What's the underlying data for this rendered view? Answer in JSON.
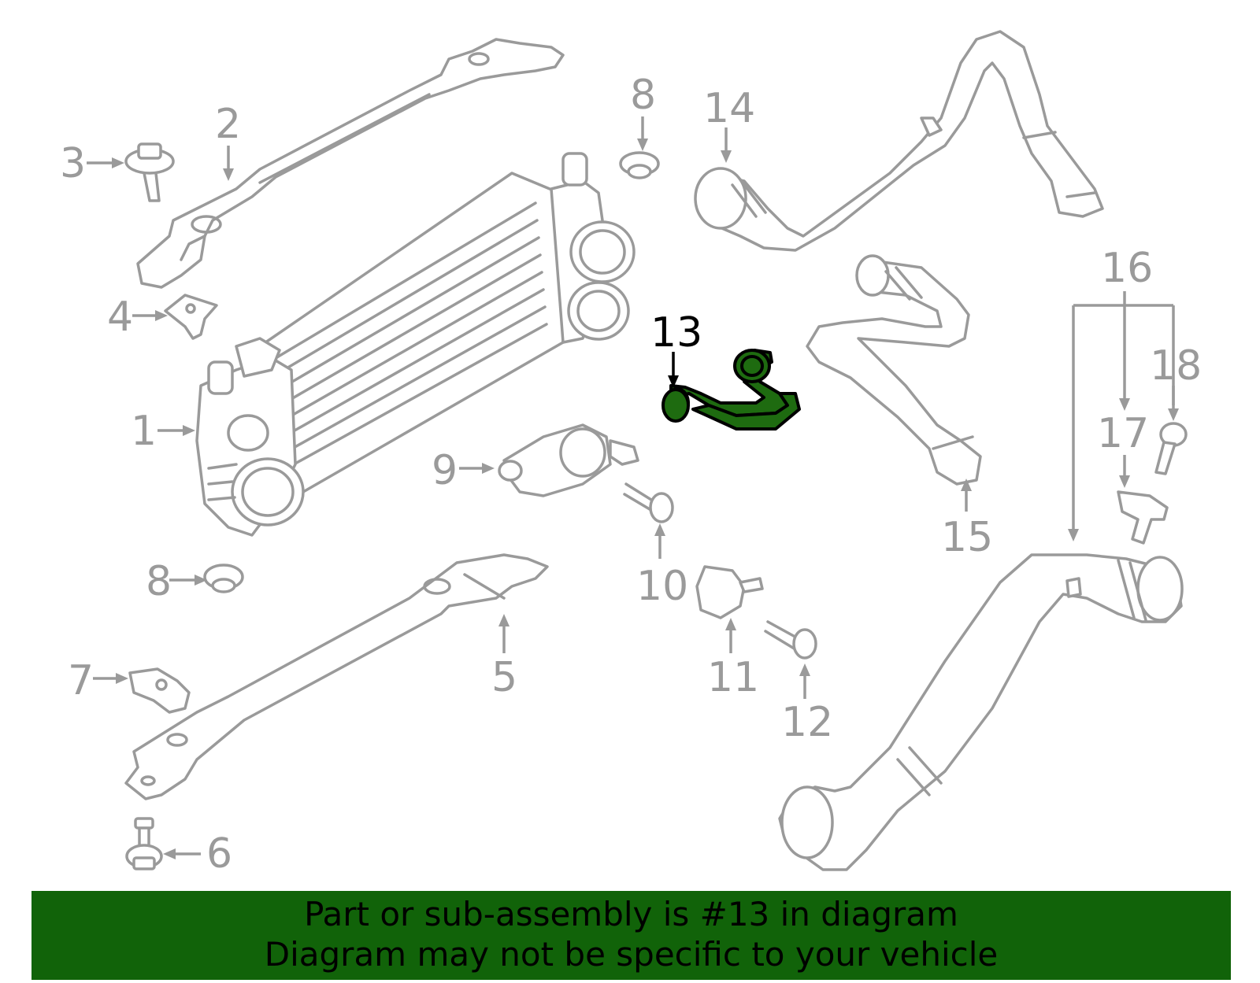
{
  "diagram": {
    "callouts": [
      {
        "id": "1",
        "label": "1"
      },
      {
        "id": "2",
        "label": "2"
      },
      {
        "id": "3",
        "label": "3"
      },
      {
        "id": "4",
        "label": "4"
      },
      {
        "id": "5",
        "label": "5"
      },
      {
        "id": "6",
        "label": "6"
      },
      {
        "id": "7",
        "label": "7"
      },
      {
        "id": "8a",
        "label": "8"
      },
      {
        "id": "8b",
        "label": "8"
      },
      {
        "id": "9",
        "label": "9"
      },
      {
        "id": "10",
        "label": "10"
      },
      {
        "id": "11",
        "label": "11"
      },
      {
        "id": "12",
        "label": "12"
      },
      {
        "id": "13",
        "label": "13"
      },
      {
        "id": "14",
        "label": "14"
      },
      {
        "id": "15",
        "label": "15"
      },
      {
        "id": "16",
        "label": "16"
      },
      {
        "id": "17",
        "label": "17"
      },
      {
        "id": "18",
        "label": "18"
      }
    ],
    "highlighted_part": "13",
    "colors": {
      "line": "#9a9a9a",
      "highlight_fill": "#1e6b10",
      "highlight_stroke": "#000000",
      "banner": "#116309"
    }
  },
  "banner": {
    "line1": "Part or sub-assembly is #13 in diagram",
    "line2": "Diagram may not be specific to your vehicle"
  }
}
